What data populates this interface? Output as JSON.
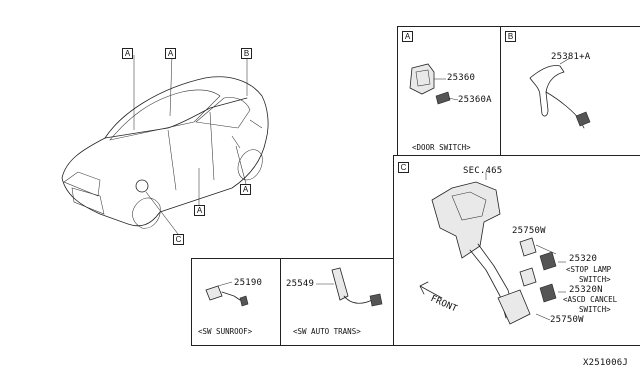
{
  "diagram_code": "X251006J",
  "vehicle_markers": [
    "A",
    "A",
    "B",
    "A",
    "A",
    "C"
  ],
  "panels": {
    "a": {
      "tag": "A",
      "parts": [
        "25360",
        "25360A"
      ],
      "caption": "<DOOR SWITCH>"
    },
    "b": {
      "tag": "B",
      "parts": [
        "25381+A"
      ]
    },
    "c": {
      "tag": "C",
      "section_ref": "SEC.465",
      "parts": [
        "25750W",
        "25320",
        "25320N",
        "25750W"
      ],
      "notes": [
        "<STOP LAMP",
        "SWITCH>",
        "<ASCD CANCEL",
        "SWITCH>"
      ],
      "direction": "FRONT"
    },
    "sunroof": {
      "parts": [
        "25190"
      ],
      "caption": "<SW SUNROOF>"
    },
    "auto_trans": {
      "parts": [
        "25549"
      ],
      "caption": "<SW AUTO TRANS>"
    }
  }
}
